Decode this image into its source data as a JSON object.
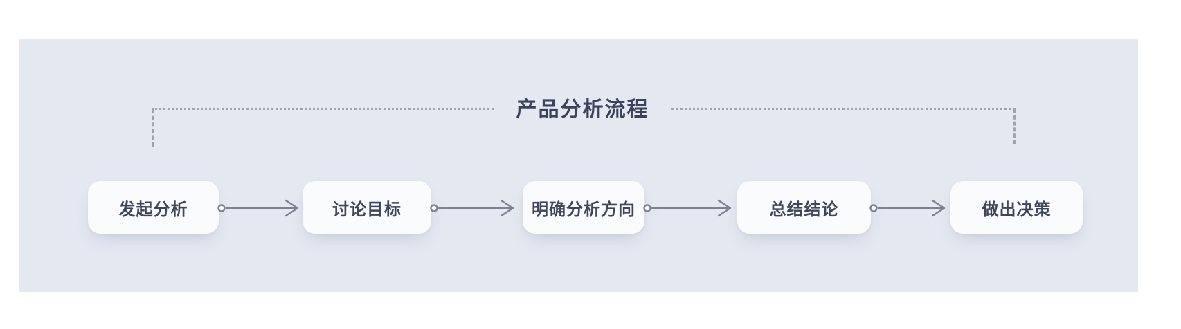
{
  "diagram": {
    "title": "产品分析流程",
    "nodes": [
      {
        "label": "发起分析"
      },
      {
        "label": "讨论目标"
      },
      {
        "label": "明确分析方向"
      },
      {
        "label": "总结结论"
      },
      {
        "label": "做出决策"
      }
    ],
    "icons": {
      "connector_start": "small-circle-icon",
      "connector_end": "open-arrowhead-icon"
    },
    "colors": {
      "page_bg": "#FFFFFF",
      "panel_bg": "#E4E8F1",
      "node_bg": "#FAFBFD",
      "node_text": "#3F455C",
      "title_text": "#3C425A",
      "arrow": "#7C8194",
      "dotted_line": "#9EA3B2"
    }
  }
}
